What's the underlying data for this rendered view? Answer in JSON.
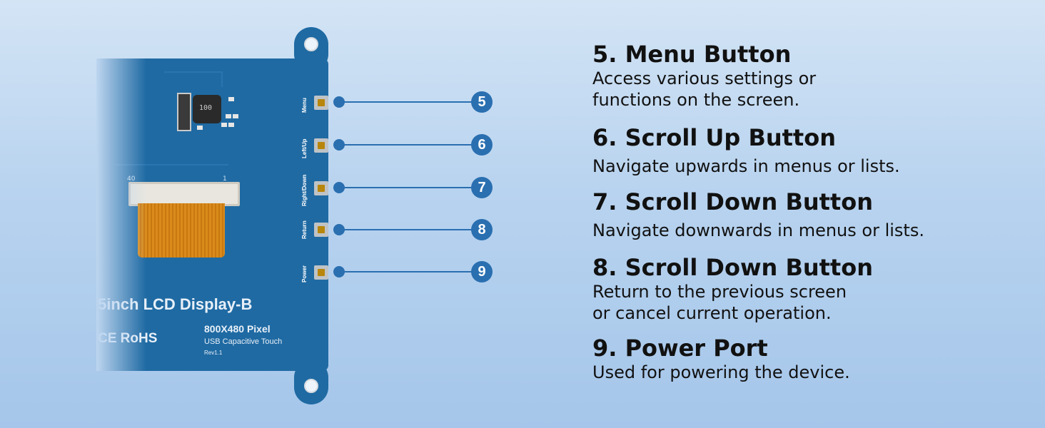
{
  "board": {
    "title": "5inch LCD Display-B",
    "certifications": "CE RoHS",
    "resolution": "800X480 Pixel",
    "touch": "USB Capacitive Touch",
    "revision": "Rev1.1",
    "chip_marking": "100",
    "pin_start": "40",
    "pin_end": "1",
    "button_labels": [
      "Menu",
      "Left/Up",
      "Right/Down",
      "Return",
      "Power"
    ]
  },
  "callouts": [
    "5",
    "6",
    "7",
    "8",
    "9"
  ],
  "descriptions": [
    {
      "title": "5. Menu Button",
      "lines": [
        "Access various settings or",
        "functions on the screen."
      ]
    },
    {
      "title": "6. Scroll Up Button",
      "lines": [
        "Navigate upwards in menus or lists."
      ]
    },
    {
      "title": "7. Scroll Down Button",
      "lines": [
        "Navigate downwards in menus or lists."
      ]
    },
    {
      "title": "8. Scroll Down Button",
      "lines": [
        "Return to the previous screen",
        "or cancel current operation."
      ]
    },
    {
      "title": "9. Power Port",
      "lines": [
        "Used for powering the device."
      ]
    }
  ],
  "colors": {
    "board": "#1f6aa3",
    "callout": "#2a6fb0",
    "background": "#b8d3ef"
  }
}
